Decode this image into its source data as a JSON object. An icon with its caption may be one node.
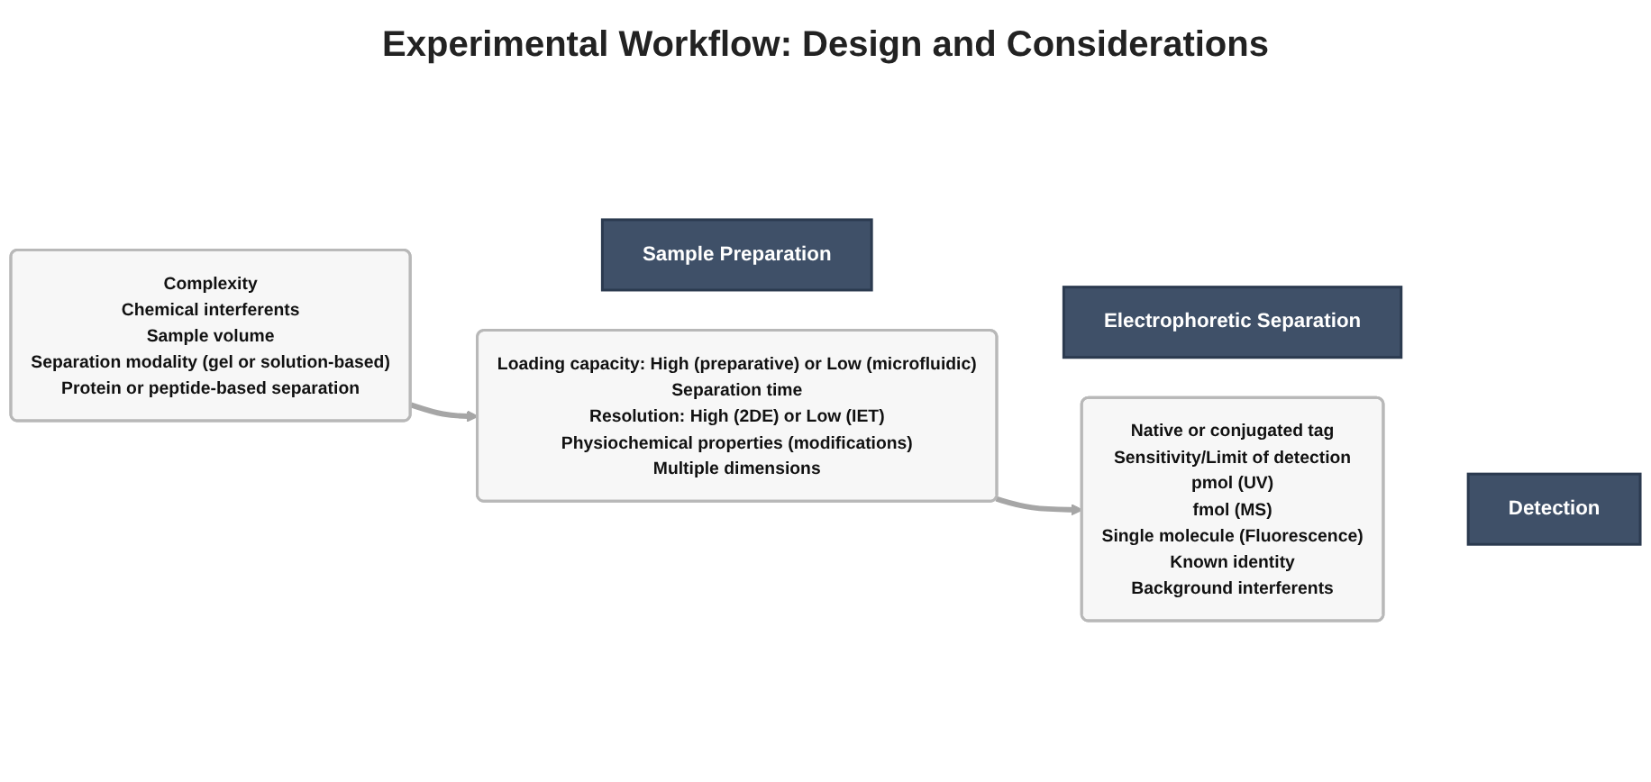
{
  "diagram": {
    "title": "Experimental Workflow: Design and Considerations",
    "nodes": [
      {
        "text": [
          "Complexity",
          "Chemical interferents",
          "Sample volume",
          "Separation modality (gel or solution-based)",
          "Protein or peptide-based separation"
        ]
      },
      {
        "text": [
          "Sample Preparation"
        ]
      },
      {
        "text": [
          "Electrophoretic Separation"
        ]
      },
      {
        "text": [
          "Loading capacity: High (preparative) or Low (microfluidic)",
          "Separation time",
          "Resolution: High (2DE) or Low (IET)",
          "Physiochemical properties (modifications)",
          "Multiple dimensions"
        ]
      },
      {
        "text": [
          "Native or conjugated tag",
          "Sensitivity/Limit of detection",
          "pmol (UV)",
          "fmol (MS)",
          "Single molecule (Fluorescence)",
          "Known identity",
          "Background interferents"
        ]
      },
      {
        "text": [
          "Detection"
        ]
      }
    ],
    "edges": [
      {
        "from": 0,
        "to": 3,
        "arrow": "to"
      },
      {
        "from": 3,
        "to": 4,
        "arrow": "to"
      }
    ]
  }
}
